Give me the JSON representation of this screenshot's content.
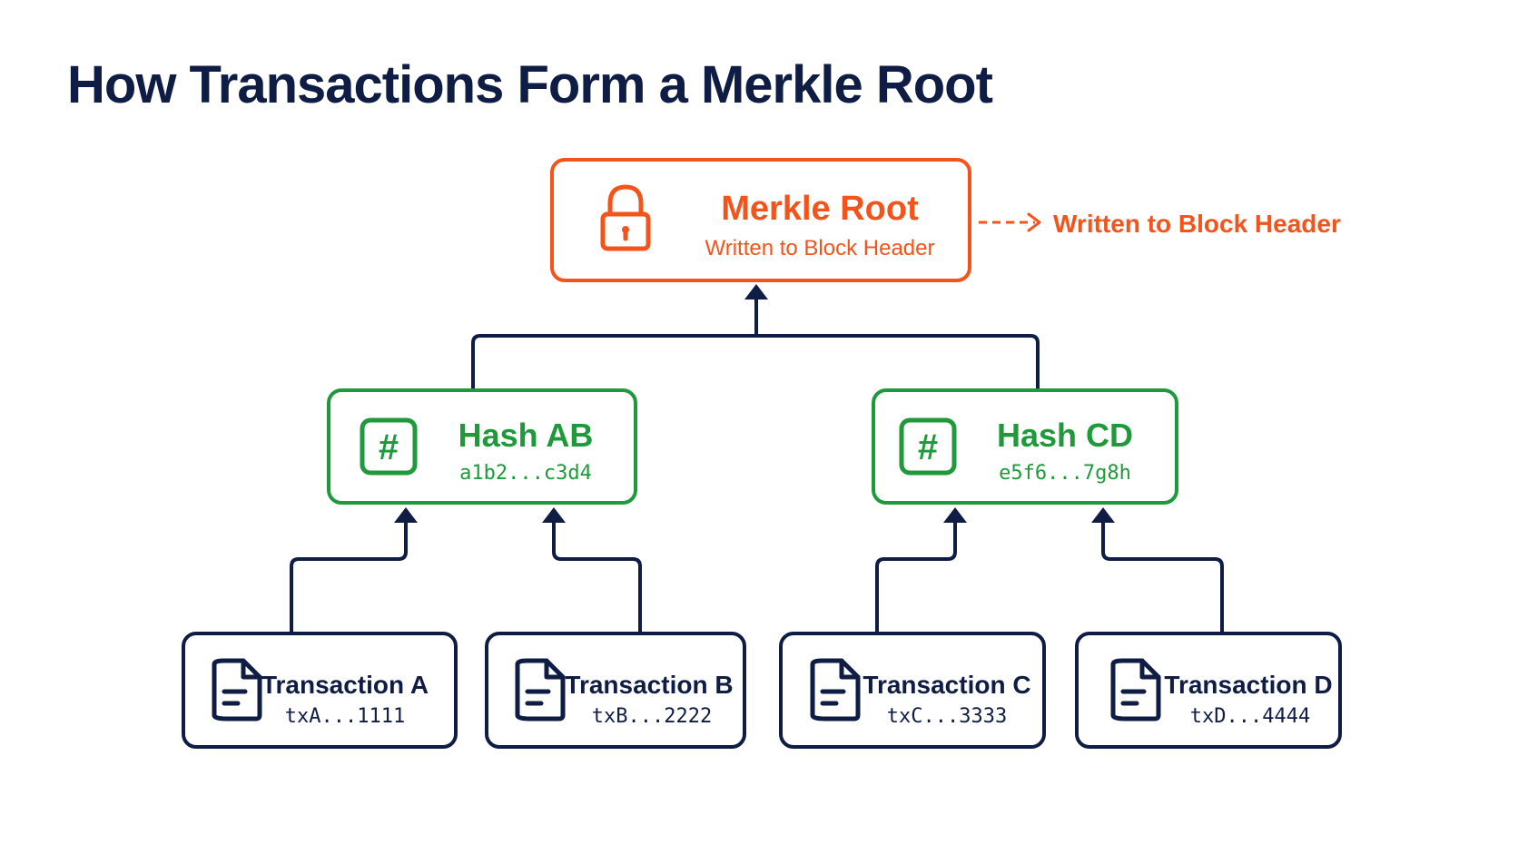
{
  "title": "How Transactions Form a Merkle Root",
  "colors": {
    "navy": "#0f1d45",
    "orange": "#f2541b",
    "green": "#1f9a3b"
  },
  "root": {
    "icon": "lock-icon",
    "title": "Merkle Root",
    "subtitle": "Written to Block Header",
    "side_label": "Written to Block Header"
  },
  "hashes": [
    {
      "icon": "hash-icon",
      "title": "Hash AB",
      "value": "a1b2...c3d4"
    },
    {
      "icon": "hash-icon",
      "title": "Hash CD",
      "value": "e5f6...7g8h"
    }
  ],
  "transactions": [
    {
      "icon": "document-icon",
      "title": "Transaction A",
      "id": "txA...1111"
    },
    {
      "icon": "document-icon",
      "title": "Transaction B",
      "id": "txB...2222"
    },
    {
      "icon": "document-icon",
      "title": "Transaction C",
      "id": "txC...3333"
    },
    {
      "icon": "document-icon",
      "title": "Transaction D",
      "id": "txD...4444"
    }
  ]
}
